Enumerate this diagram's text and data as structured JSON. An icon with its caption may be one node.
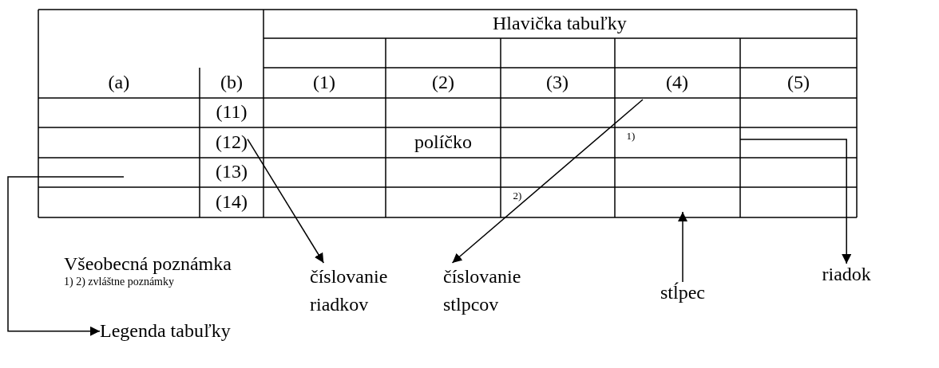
{
  "diagram": {
    "nodes": [
      {
        "text": [
          "(12)"
        ]
      },
      {
        "text": [
          "číslovanie riadkov"
        ]
      },
      {
        "text": [
          "číslovanie stlpcov"
        ]
      },
      {
        "text": [
          "stĺpec"
        ]
      },
      {
        "text": [
          "riadok"
        ]
      },
      {
        "text": [
          "Legenda tabuľky"
        ]
      }
    ],
    "edges": [
      {
        "from": 0,
        "to": 1,
        "arrow": "to"
      },
      {
        "from": null,
        "to": 2,
        "arrow": "to"
      },
      {
        "from": 3,
        "to": null,
        "arrow": "to"
      },
      {
        "from": null,
        "to": 4,
        "arrow": "to"
      },
      {
        "from": null,
        "to": 5,
        "arrow": "to"
      }
    ],
    "labels": [
      "Hlavička tabuľky",
      "(a)",
      "(b)",
      "(1)",
      "(2)",
      "(3)",
      "(4)",
      "(5)",
      "(11)",
      "políčko",
      "1)",
      "(13)",
      "(14)",
      "2)",
      "Všeobecná poznámka",
      "1) 2) zvláštne poznámky"
    ]
  }
}
